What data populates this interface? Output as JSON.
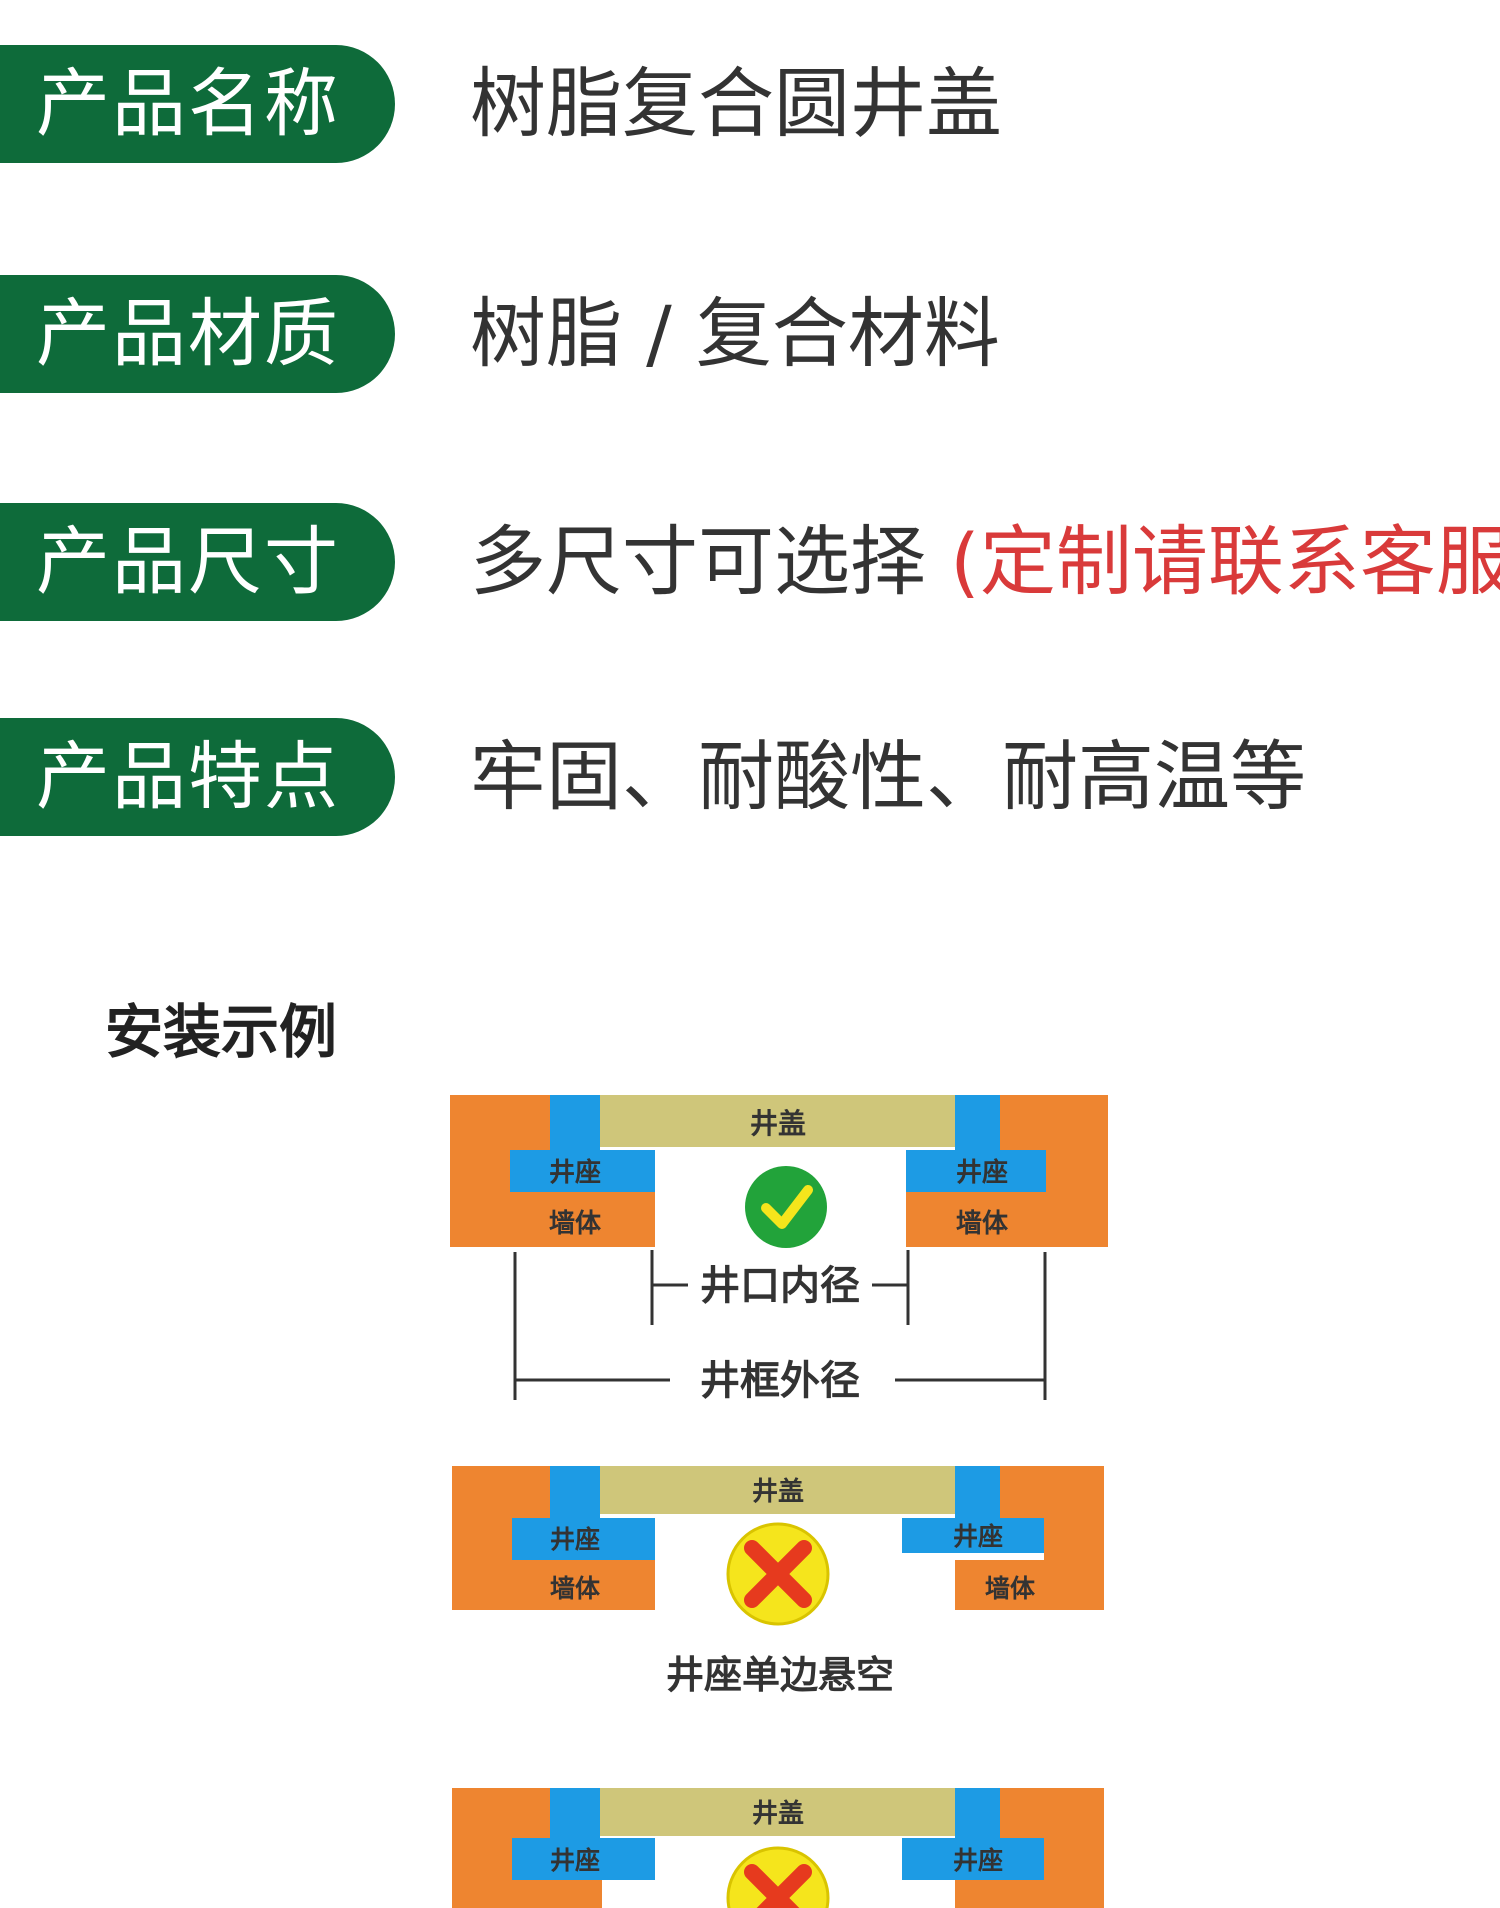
{
  "specs": [
    {
      "label": "产品名称",
      "value": "树脂复合圆井盖",
      "note": ""
    },
    {
      "label": "产品材质",
      "value": "树脂 / 复合材料",
      "note": ""
    },
    {
      "label": "产品尺寸",
      "value": "多尺寸可选择",
      "note": "(定制请联系客服)"
    },
    {
      "label": "产品特点",
      "value": "牢固、耐酸性、耐高温等",
      "note": ""
    }
  ],
  "section_title": "安装示例",
  "diagram_labels": {
    "cover": "井盖",
    "seat": "井座",
    "wall": "墙体",
    "inner_diameter": "井口内径",
    "outer_diameter": "井框外径",
    "caption_2": "井座单边悬空"
  },
  "colors": {
    "green": "#0e6b3a",
    "orange": "#ee8530",
    "blue": "#1d9be4",
    "khaki": "#cfc67a",
    "red_note": "#d93a3a",
    "ok": "#22a33a",
    "bad": "#e63a1e",
    "badbg": "#f5e51c"
  }
}
